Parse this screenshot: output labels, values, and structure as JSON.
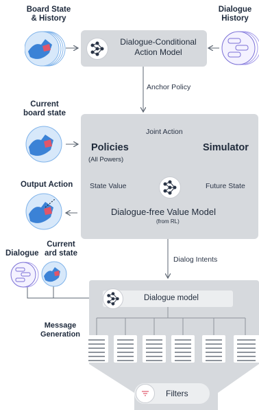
{
  "inputs": {
    "board_history": "Board State\n& History",
    "dialogue_history": "Dialogue\nHistory",
    "current_board_state": "Current\nboard state",
    "output_action": "Output Action",
    "dialogue": "Dialogue",
    "current_board_state_2": "Current\nard state"
  },
  "top_box": {
    "title": "Dialogue-Conditional\nAction Model"
  },
  "arrows": {
    "anchor_policy": "Anchor Policy",
    "dialog_intents": "Dialog Intents"
  },
  "planning_box": {
    "joint_action": "Joint Action",
    "policies": "Policies",
    "all_powers": "(All Powers)",
    "simulator": "Simulator",
    "state_value": "State Value",
    "future_state": "Future State",
    "value_model": "Dialogue-free Value Model",
    "from_rl": "(from RL)"
  },
  "generation": {
    "title": "Message\nGeneration",
    "dialogue_model": "Dialogue model",
    "filters": "Filters"
  },
  "colors": {
    "panel": "#d6d9dd",
    "accent_blue": "#3b82d6",
    "accent_red": "#e0566a",
    "chat_purple": "#7a6fd6"
  }
}
